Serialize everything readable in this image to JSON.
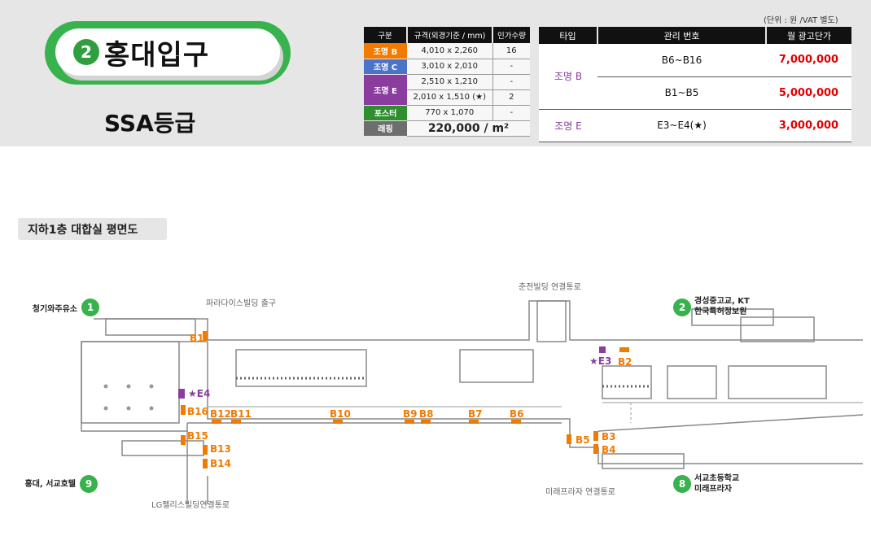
{
  "header": {
    "line_number": "2",
    "station_name": "홍대입구",
    "grade": "SSA등급",
    "unit_note": "(단위 : 원 /VAT 별도)"
  },
  "spec_table": {
    "headers": [
      "구분",
      "규격(외경기준 / mm)",
      "인가수량"
    ],
    "rows": [
      {
        "category": "조명 B",
        "size": "4,010 x 2,260",
        "qty": "16"
      },
      {
        "category": "조명 C",
        "size": "3,010 x 2,010",
        "qty": "-"
      },
      {
        "category": "조명 E",
        "size": "2,510 x 1,210",
        "qty": "-"
      },
      {
        "category": "",
        "size": "2,010 x 1,510 (★)",
        "qty": "2"
      },
      {
        "category": "포스터",
        "size": "770 x 1,070",
        "qty": "-"
      },
      {
        "category": "래핑",
        "size": "220,000 / m²",
        "qty": ""
      }
    ]
  },
  "price_table": {
    "headers": [
      "타입",
      "관리 번호",
      "월 광고단가"
    ],
    "rows": [
      {
        "type": "조명 B",
        "id": "B6~B16",
        "price": "7,000,000"
      },
      {
        "type": "",
        "id": "B1~B5",
        "price": "5,000,000"
      },
      {
        "type": "조명 E",
        "id": "E3~E4(★)",
        "price": "3,000,000"
      }
    ]
  },
  "floor_plan": {
    "title": "지하1층 대합실 평면도",
    "exits": [
      {
        "number": "1",
        "label": "청기와주유소"
      },
      {
        "number": "2",
        "label_1": "경성중고교, KT",
        "label_2": "한국특허정보원"
      },
      {
        "number": "9",
        "label": "홍대, 서교호텔"
      },
      {
        "number": "8",
        "label_1": "서교초등학교",
        "label_2": "미래프라자"
      }
    ],
    "connections": {
      "paradise": "파라다이스빌딩 출구",
      "chunjeon": "춘전빌딩 연결통로",
      "lg": "LG펠리스빌딩연결통로",
      "mirae": "미래프라자 연결통로"
    },
    "ads": {
      "b1": "B1",
      "b2": "B2",
      "b3": "B3",
      "b4": "B4",
      "b5": "B5",
      "b6": "B6",
      "b7": "B7",
      "b8": "B8",
      "b9": "B9",
      "b10": "B10",
      "b11": "B11",
      "b12": "B12",
      "b13": "B13",
      "b14": "B14",
      "b15": "B15",
      "b16": "B16",
      "e3": "★E3",
      "e4": "★E4"
    }
  },
  "colors": {
    "line_green": "#37b24d",
    "cat_b": "#f07b00",
    "cat_c": "#4a73c9",
    "cat_e": "#8a3d9e",
    "poster": "#2f8f2f",
    "price_red": "#e00000"
  }
}
